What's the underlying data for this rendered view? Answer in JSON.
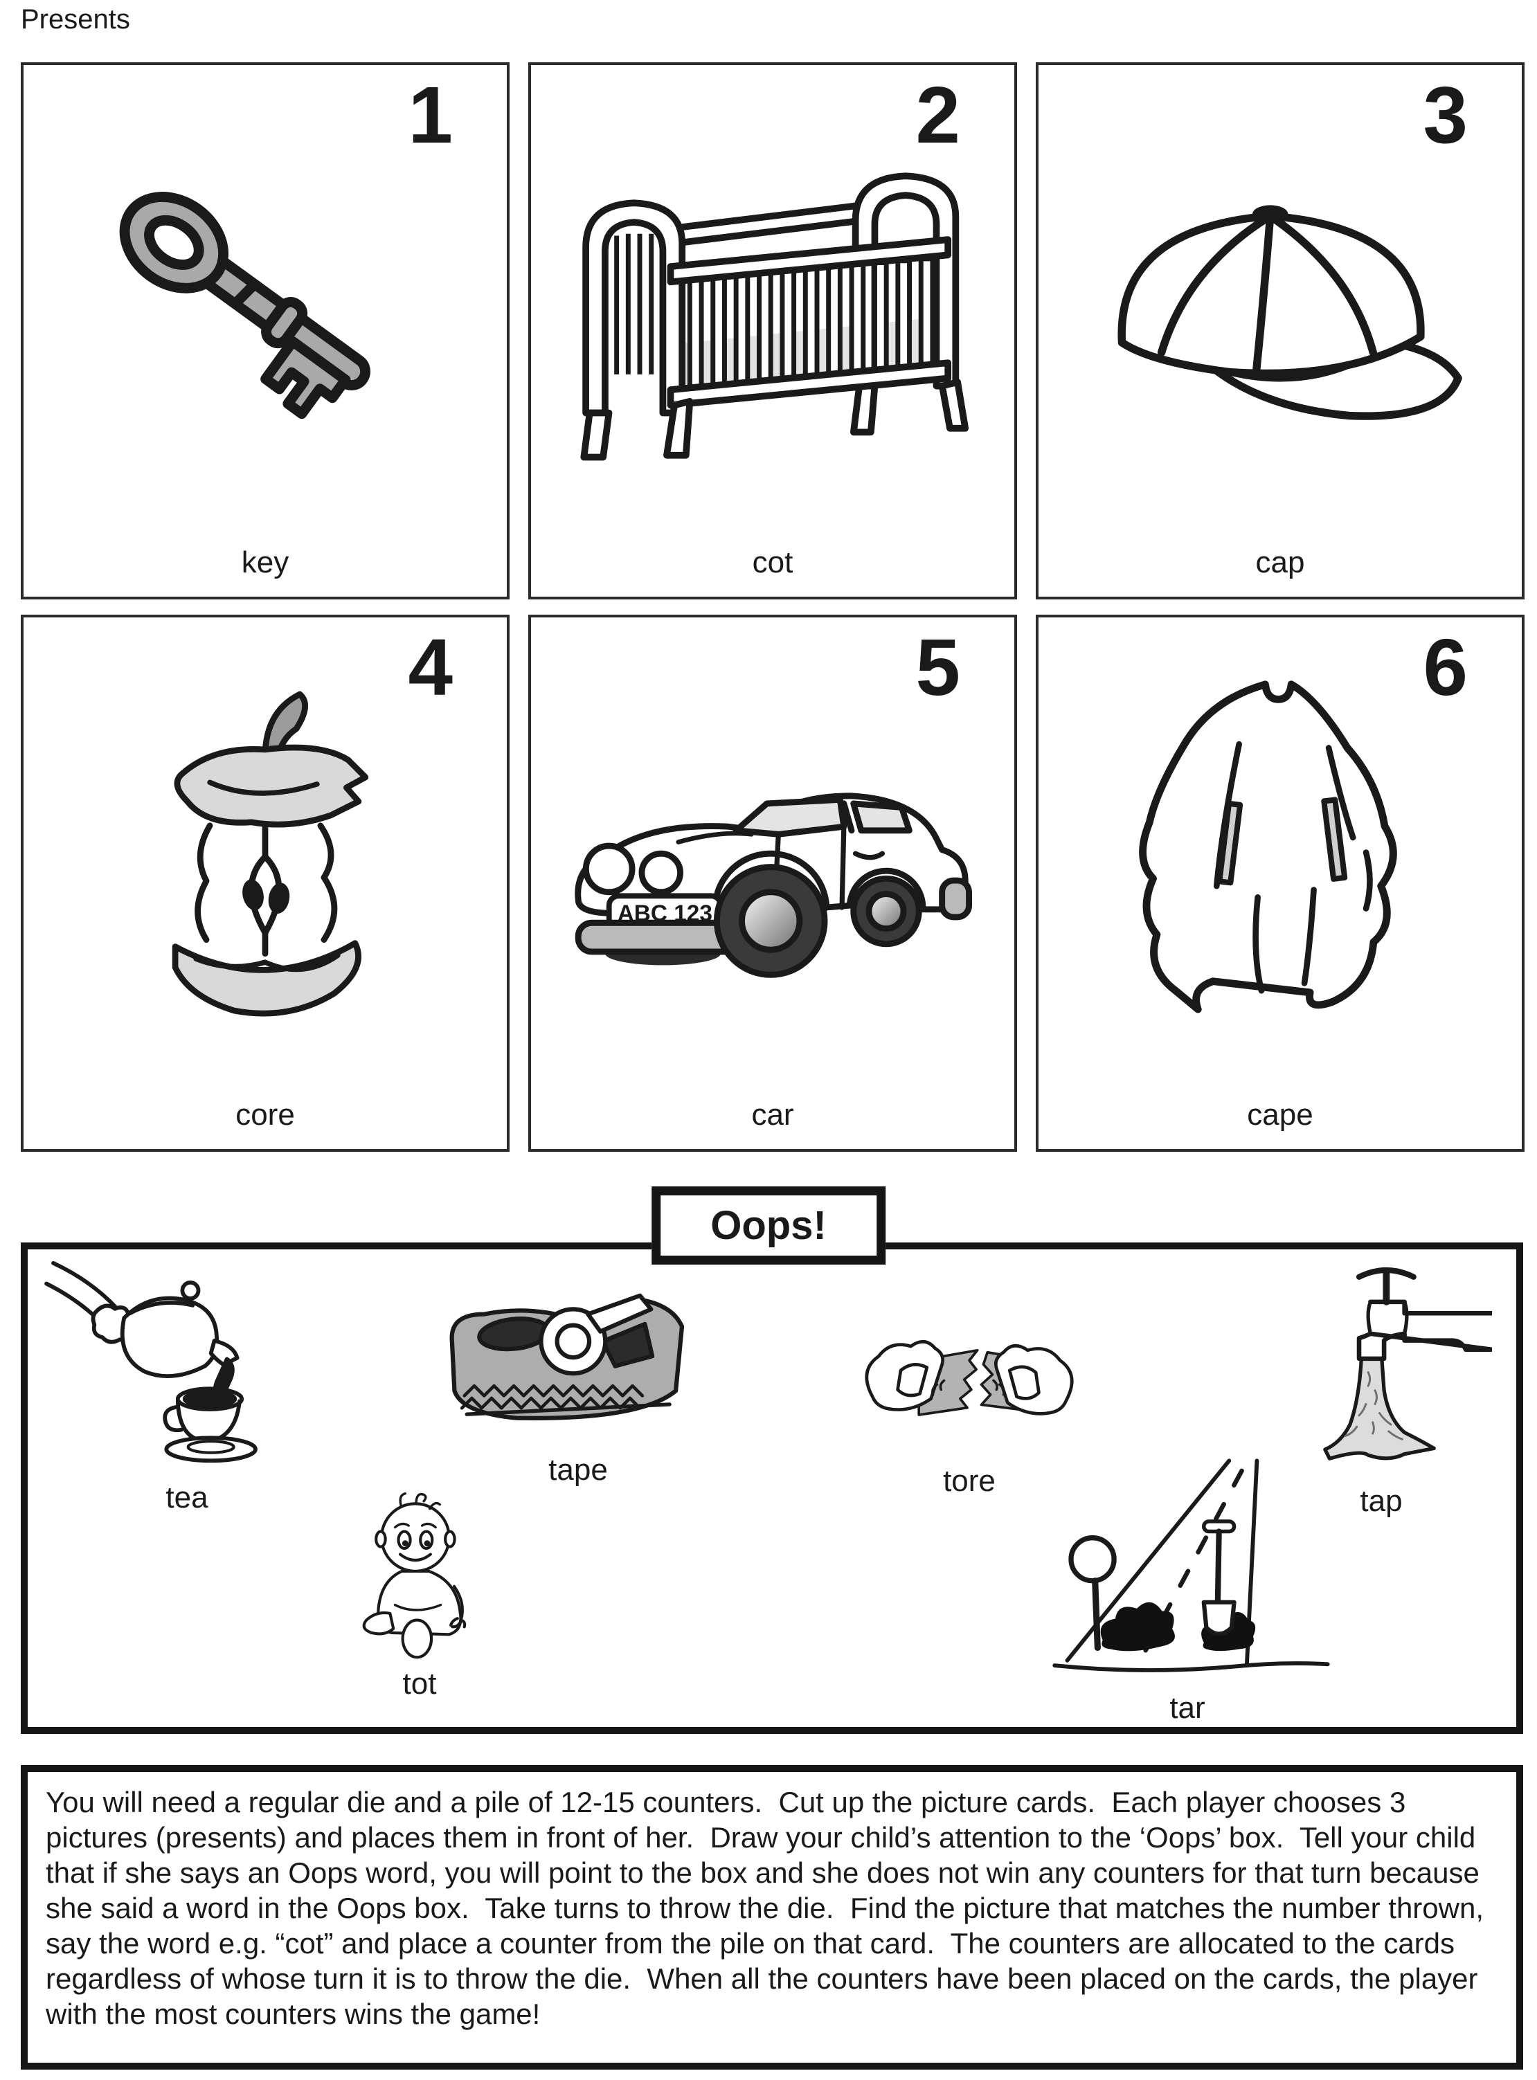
{
  "page": {
    "eyebrow": "Presents"
  },
  "cards": [
    {
      "number": "1",
      "label": "key"
    },
    {
      "number": "2",
      "label": "cot"
    },
    {
      "number": "3",
      "label": "cap"
    },
    {
      "number": "4",
      "label": "core"
    },
    {
      "number": "5",
      "label": "car",
      "plate": "ABC 123"
    },
    {
      "number": "6",
      "label": "cape"
    }
  ],
  "oops": {
    "title": "Oops!",
    "items": [
      {
        "label": "tea"
      },
      {
        "label": "tape"
      },
      {
        "label": "tore"
      },
      {
        "label": "tap"
      },
      {
        "label": "tot"
      },
      {
        "label": "tar"
      }
    ]
  },
  "instructions": {
    "text": "You will need a regular die and a pile of 12-15 counters.  Cut up the picture cards.  Each player chooses 3 pictures (presents) and places them in front of her.  Draw your child’s attention to the ‘Oops’ box.  Tell your child that if she says an Oops word, you will point to the box and she does not win any counters for that turn because she said a word in the Oops box.  Take turns to throw the die.  Find the picture that matches the number thrown, say the word e.g. “cot” and place a counter from the pile on that card.  The counters are allocated to the cards regardless of whose turn it is to throw the die.  When all the counters have been placed on the cards, the player with the most counters wins the game!"
  },
  "colors": {
    "ink": "#1a1a1a",
    "mid_gray": "#a9a9a9",
    "light_gray": "#d9d9d9"
  }
}
